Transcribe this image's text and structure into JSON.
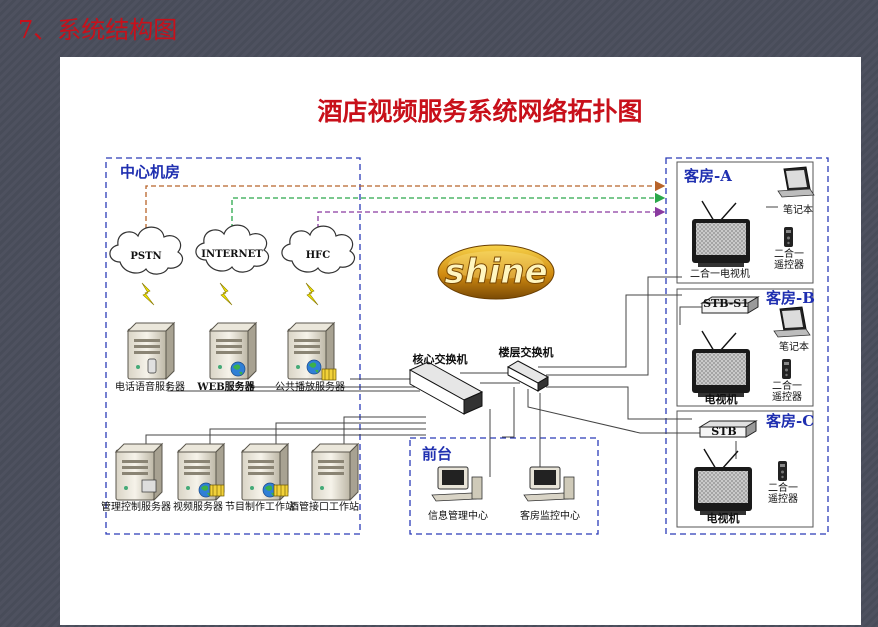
{
  "slide_title": "7、系统结构图",
  "diagram": {
    "title": "酒店视频服务系统网络拓扑图",
    "logo_text": "shine",
    "zones": {
      "center": "中心机房",
      "front_desk": "前台"
    },
    "clouds": {
      "pstn": "PSTN",
      "internet": "INTERNET",
      "hfc": "HFC"
    },
    "servers": {
      "voice": "电话语音服务器",
      "web": "WEB服务器",
      "broadcast": "公共播放服务器",
      "mgmt": "管理控制服务器",
      "video": "视频服务器",
      "program": "节目制作工作站",
      "bar": "酒管接口工作站"
    },
    "switches": {
      "core": "核心交换机",
      "floor": "楼层交换机"
    },
    "front_desk": {
      "info": "信息管理中心",
      "monitor": "客房监控中心"
    },
    "rooms": {
      "a": {
        "title": "客房-A",
        "tv": "二合一电视机",
        "laptop": "笔记本",
        "remote_line1": "二合一",
        "remote_line2": "遥控器"
      },
      "b": {
        "title": "客房-B",
        "stb": "STB-S1",
        "tv": "电视机",
        "laptop": "笔记本",
        "remote_line1": "二合一",
        "remote_line2": "遥控器"
      },
      "c": {
        "title": "客房-C",
        "stb": "STB",
        "tv": "电视机",
        "remote_line1": "二合一",
        "remote_line2": "遥控器"
      }
    },
    "colors": {
      "title": "#c8101a",
      "zone_border": "#2b3bb8",
      "pstn_link": "#b8642a",
      "internet_link": "#2aa84a",
      "hfc_link": "#8a3aa0",
      "lightning": "#f2e600"
    }
  }
}
